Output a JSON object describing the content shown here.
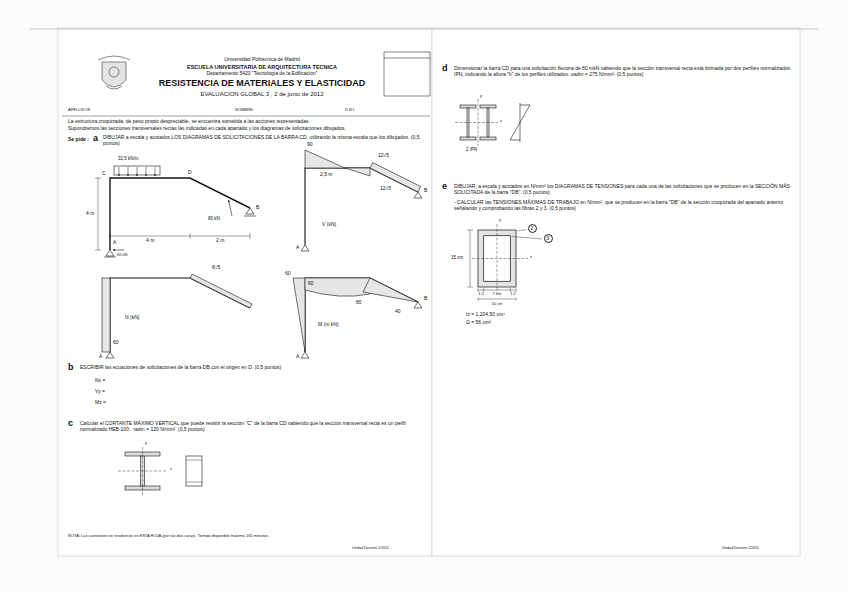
{
  "diagram": {
    "nodes": [
      {
        "text": [
          "2"
        ]
      },
      {
        "text": [
          "3"
        ]
      }
    ],
    "labels": [
      "Universidad Politécnica de Madrid",
      "ESCUELA UNIVERSITARIA DE ARQUITECTURA TECNICA",
      "Departamento 5420 \"Tecnología de la Edificación\"",
      "RESISTENCIA DE MATERIALES Y ELASTICIDAD",
      "EVALUACION GLOBAL 3 , 2 de junio de 2012",
      "APELLIDOS",
      "NOMBRE:",
      "D.N.I.",
      "La estructura croquizada, de peso propio despreciable, se encuentra sometida a las acciones representadas.",
      "Supondremos las secciones transversales rectas las indicadas en cada apartado y los diagramas de solicitaciones dibujados.",
      "Se pide :",
      "a",
      "DIBUJAR a escala y acotados LOS DIAGRAMAS DE SOLICITACIONES DE LA BARRA CD, utilizando la misma escala que los dibujados. (0,5 puntos)",
      "32,5 kN/m",
      "C",
      "D",
      "B",
      "A",
      "4 m",
      "4 m",
      "2 m",
      "80 kN",
      "60 kN",
      "90",
      "2,5 m",
      "12√5",
      "12√5",
      "B",
      "A",
      "V (kN)",
      "8√5",
      "60",
      "N (kN)",
      "A",
      "60",
      "80",
      "60",
      "40",
      "M (m kN)",
      "B",
      "A",
      "b",
      "ESCRIBIR las ecuaciones de solicitaciones de la barra DB con el origen en D. (0,5 puntos)",
      "Nx =",
      "Vy =",
      "Mz =",
      "c",
      "Calcular el CORTANTE MÁXIMO VERTICAL que puede resistir la sección \"C\" de la barra CD sabiendo que la sección transversal recta es un perfil normalizado HEB-100 . τadm = 120 N/mm². (0,5 puntos)",
      "y",
      "z",
      "NOTA: Las cuestiones se resolverán en ESTA HOJA (por las dos caras). Tiempo disponible máximo 165 minutos.",
      "Unidad Docente 1/2012",
      "d",
      "Dimensionar la barra CD para una solicitación flectora de 80 mkN sabiendo que la sección transversal recta está formada por dos perfiles normalizados IPN, indicando la altura \"h\" de los perfiles utilizados. σadm = 275 N/mm². (0,5 puntos)",
      "y",
      "z",
      "2 IPN",
      "e",
      "DIBUJAR, a escala y acotados en N/mm² los DIAGRAMAS DE TENSIONES para cada una de las solicitaciones que se producen en la SECCIÓN MÁS SOLICITADA de la barra \"DB\". (0,5 puntos)",
      "- CALCULAR las TENSIONES MÁXIMAS DE TRABAJO en N/mm², que se producen en la barra \"DB\" de la sección croquizada del apartado anterior, señalando y comprobando las fibras 2 y 3. (0,5 puntos)",
      "y",
      "z",
      "15 cm",
      "1,5",
      "7 cm",
      "1,5",
      "10 cm",
      "Iz = 1.204,50 cm⁴",
      "Ω = 56 cm²",
      "Unidad Docente 1/2012"
    ]
  }
}
